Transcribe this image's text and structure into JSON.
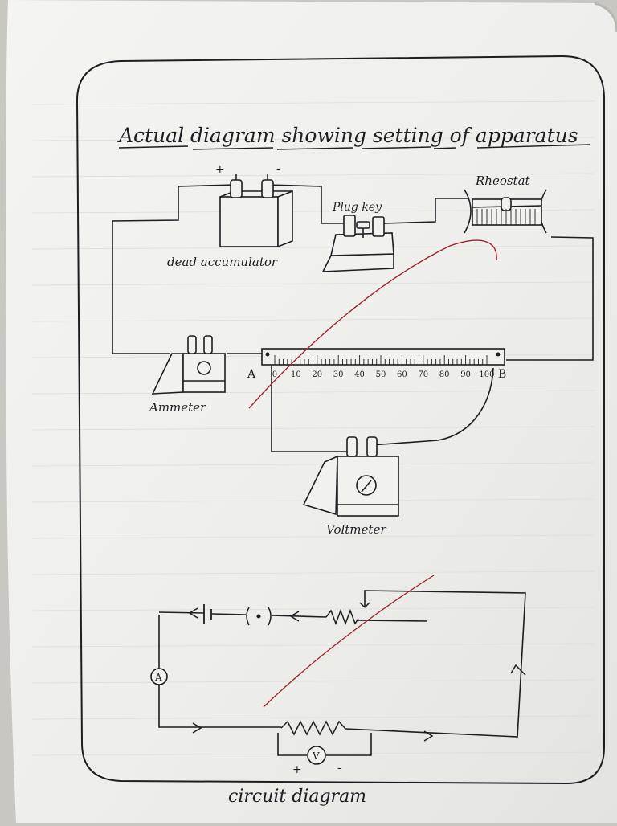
{
  "title": "Actual diagram showing setting of apparatus",
  "apparatus": {
    "battery_plus": "+",
    "battery_minus": "-",
    "dead_accumulator": "dead accumulator",
    "plug_key": "Plug key",
    "rheostat": "Rheostat",
    "ammeter": "Ammeter",
    "voltmeter": "Voltmeter",
    "end_a": "A",
    "end_b": "B",
    "scale_ticks": [
      "0",
      "10",
      "20",
      "30",
      "40",
      "50",
      "60",
      "70",
      "80",
      "90",
      "100"
    ]
  },
  "circuit": {
    "ammeter_symbol": "A",
    "voltmeter_symbol": "V",
    "voltmeter_plus": "+",
    "voltmeter_minus": "-",
    "caption": "circuit diagram"
  },
  "colors": {
    "ink": "#1d1d22",
    "paper": "#f2f2ef",
    "red_ink": "#a0202a"
  }
}
